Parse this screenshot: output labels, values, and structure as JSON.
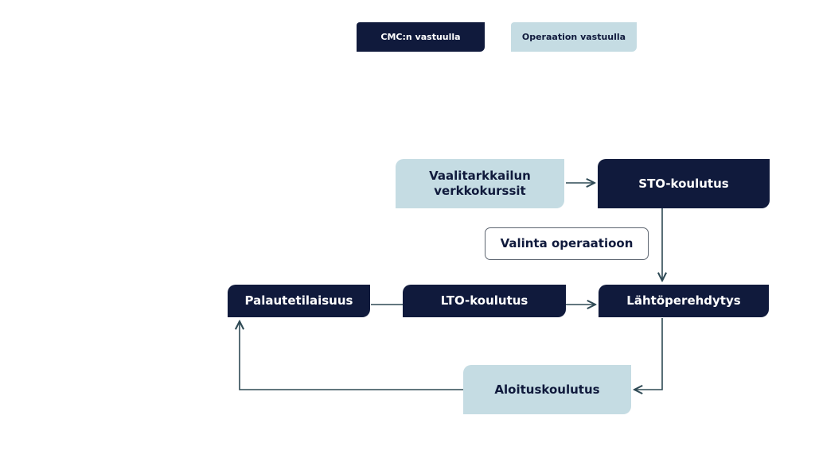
{
  "legend": {
    "cmc": {
      "label": "CMC:n vastuulla",
      "color": "#101a3c"
    },
    "operation": {
      "label": "Operaation vastuulla",
      "color": "#c5dce3"
    }
  },
  "nodes": {
    "vaalitarkkailun": {
      "label": "Vaalitarkkailun verkkokurssit",
      "responsibility": "operation"
    },
    "sto": {
      "label": "STO-koulutus",
      "responsibility": "cmc"
    },
    "valinta": {
      "label": "Valinta operaatioon",
      "responsibility": "none"
    },
    "lahtoperehdytys": {
      "label": "Lähtöperehdytys",
      "responsibility": "cmc"
    },
    "lto": {
      "label": "LTO-koulutus",
      "responsibility": "cmc"
    },
    "palautetilaisuus": {
      "label": "Palautetilaisuus",
      "responsibility": "cmc"
    },
    "aloituskoulutus": {
      "label": "Aloituskoulutus",
      "responsibility": "operation"
    }
  },
  "edges": [
    {
      "from": "vaalitarkkailun",
      "to": "sto",
      "arrow": true
    },
    {
      "from": "sto",
      "to": "lahtoperehdytys",
      "arrow": true
    },
    {
      "from": "lto",
      "to": "lahtoperehdytys",
      "arrow": true
    },
    {
      "from": "palautetilaisuus",
      "to": "lto",
      "arrow": false
    },
    {
      "from": "lahtoperehdytys",
      "to": "aloituskoulutus",
      "arrow": true
    },
    {
      "from": "aloituskoulutus",
      "to": "palautetilaisuus",
      "arrow": true
    }
  ],
  "colors": {
    "connector": "#2f4a55"
  }
}
